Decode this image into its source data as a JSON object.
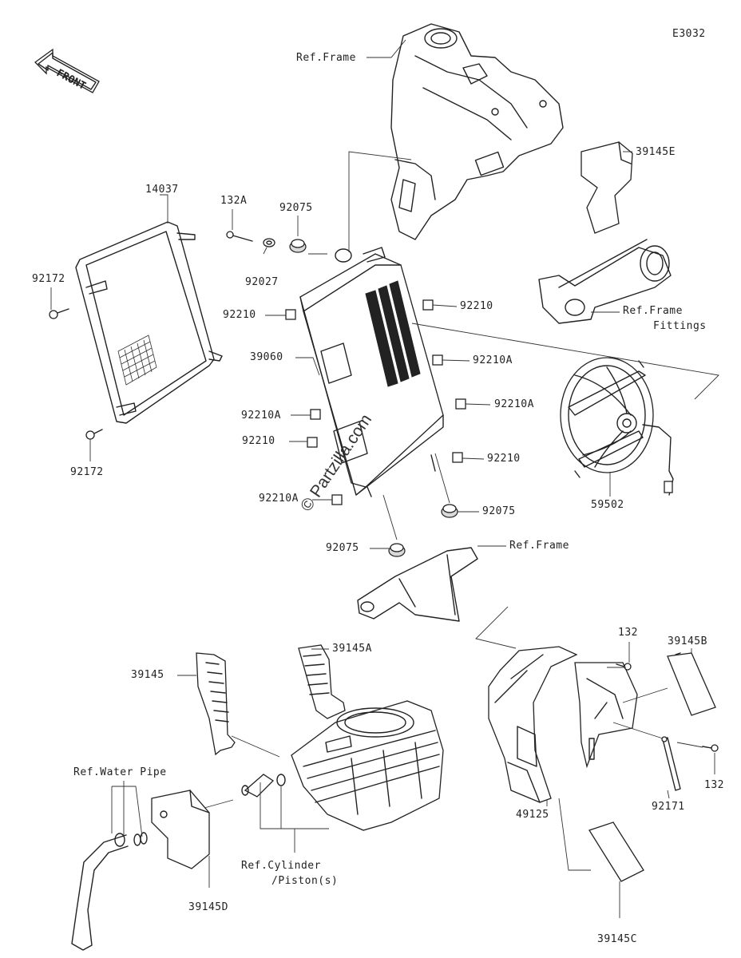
{
  "diagram_code": "E3032",
  "front_badge": "FRONT",
  "watermark": "© Partzilla.com",
  "labels": {
    "ref_frame_top": "Ref.Frame",
    "p39145E": "39145E",
    "p14037": "14037",
    "p132A": "132A",
    "p92075_top": "92075",
    "p92027": "92027",
    "p92172_top": "92172",
    "p92210_left": "92210",
    "p92210_right": "92210",
    "p39060": "39060",
    "p92210A_r1": "92210A",
    "p92210A_r2": "92210A",
    "p92210A_left": "92210A",
    "p92210_mid_left": "92210",
    "p92210_mid_right": "92210",
    "p92210A_bottom": "92210A",
    "p92172_bottom": "92172",
    "p92075_right": "92075",
    "p92075_left": "92075",
    "ref_frame_fittings_1": "Ref.Frame",
    "ref_frame_fittings_2": "Fittings",
    "p59502": "59502",
    "ref_frame_mid": "Ref.Frame",
    "p39145B": "39145B",
    "p132_top": "132",
    "p39145A": "39145A",
    "p39145": "39145",
    "ref_water_pipe": "Ref.Water Pipe",
    "p92171": "92171",
    "p132_right": "132",
    "p49125": "49125",
    "ref_cylinder_1": "Ref.Cylinder",
    "ref_cylinder_2": "/Piston(s)",
    "p39145D": "39145D",
    "p39145C": "39145C"
  }
}
